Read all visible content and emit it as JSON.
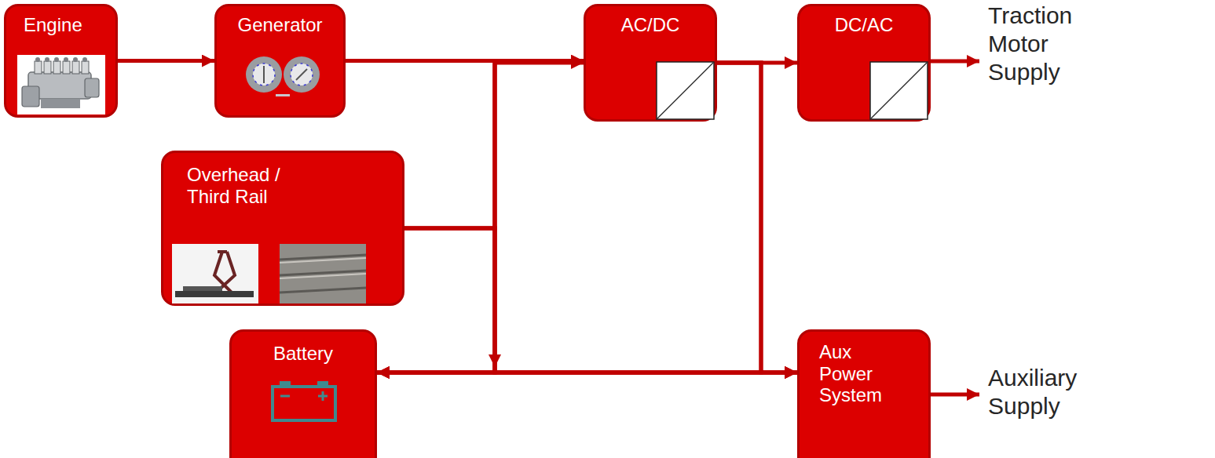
{
  "diagram": {
    "nodes": [
      {
        "text": [
          "Engine"
        ]
      },
      {
        "text": [
          "Generator"
        ]
      },
      {
        "text": [
          "AC/DC"
        ]
      },
      {
        "text": [
          "DC/AC"
        ]
      },
      {
        "text": [
          "Overhead / Third Rail"
        ]
      },
      {
        "text": [
          "Battery"
        ]
      },
      {
        "text": [
          "Aux Power System"
        ]
      }
    ],
    "edges": [
      {
        "from": 0,
        "to": 1,
        "arrow": "to"
      },
      {
        "from": 1,
        "to": 2,
        "arrow": "to"
      },
      {
        "from": 4,
        "to": 2,
        "arrow": "to"
      },
      {
        "from": 2,
        "to": 3,
        "arrow": "to"
      },
      {
        "from": 1,
        "to": 5,
        "arrow": "to"
      },
      {
        "from": 1,
        "to": 6,
        "arrow": "to"
      },
      {
        "from": 4,
        "to": 5,
        "arrow": "to"
      },
      {
        "from": 4,
        "to": 6,
        "arrow": "to"
      },
      {
        "from": 2,
        "to": 5,
        "arrow": "to"
      },
      {
        "from": 2,
        "to": 6,
        "arrow": "to"
      },
      {
        "from": 5,
        "to": 6,
        "arrow": "both"
      }
    ],
    "labels": [
      "Traction Motor Supply",
      "Auxiliary Supply"
    ]
  }
}
